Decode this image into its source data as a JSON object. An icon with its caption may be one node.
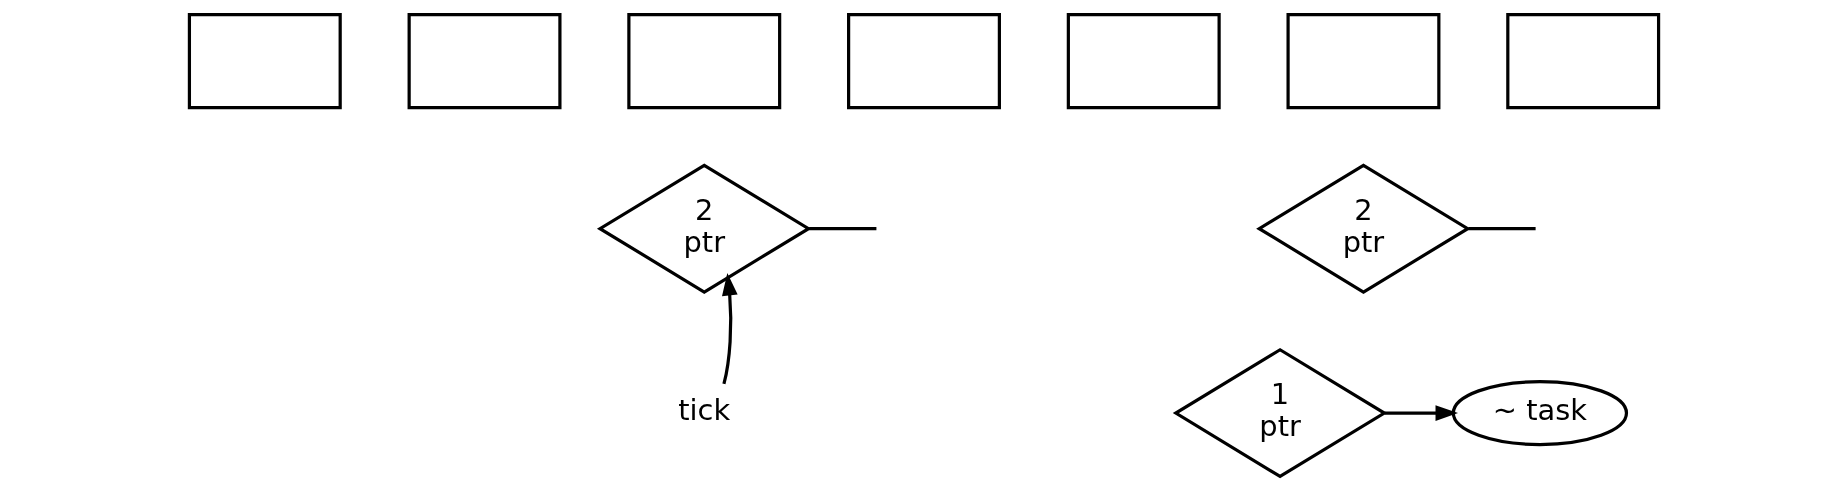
{
  "diagram": {
    "nodes": [
      {
        "text": [],
        "shape": "box"
      },
      {
        "text": [],
        "shape": "box"
      },
      {
        "text": [],
        "shape": "box"
      },
      {
        "text": [],
        "shape": "box"
      },
      {
        "text": [],
        "shape": "box"
      },
      {
        "text": [],
        "shape": "box"
      },
      {
        "text": [],
        "shape": "box"
      },
      {
        "text": [
          "1",
          "ptr"
        ]
      },
      {
        "text": [
          "~ task"
        ]
      },
      {
        "text": [
          "2",
          "ptr"
        ]
      },
      {
        "text": [
          "2",
          "ptr"
        ]
      },
      {
        "text": [
          "tick"
        ]
      }
    ],
    "edges": [
      {
        "from": 7,
        "to": 8,
        "arrow": "to"
      },
      {
        "from": 9,
        "to": null,
        "arrow": "none"
      },
      {
        "from": 10,
        "to": null,
        "arrow": "none"
      },
      {
        "from": 11,
        "to": 9,
        "arrow": "to"
      }
    ]
  }
}
